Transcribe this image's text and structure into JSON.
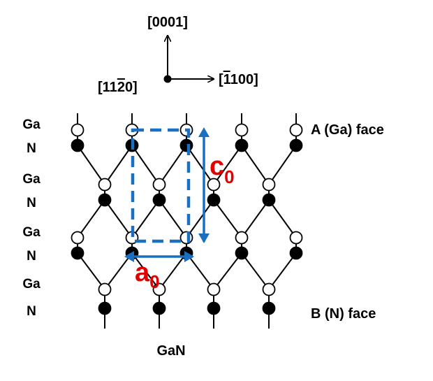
{
  "axes": {
    "up_label": "[0001]",
    "origin_label": "[11",
    "origin_label_bar": "2",
    "origin_label_tail": "0]",
    "right_label_bar": "1",
    "right_label_tail": "100]"
  },
  "rows": {
    "left_labels": [
      "Ga",
      "N",
      "Ga",
      "N",
      "Ga",
      "N",
      "Ga",
      "N"
    ]
  },
  "faces": {
    "top": "A (Ga) face",
    "bottom": "B (N) face"
  },
  "material": "GaN",
  "cell": {
    "c_label": "c",
    "c_sub": "0",
    "a_label": "a",
    "a_sub": "0"
  },
  "colors": {
    "bond": "#000000",
    "ga_atom": "#ffffff",
    "n_atom": "#000000",
    "cell_box": "#1a6fc0",
    "cell_param_text": "#e00000"
  }
}
